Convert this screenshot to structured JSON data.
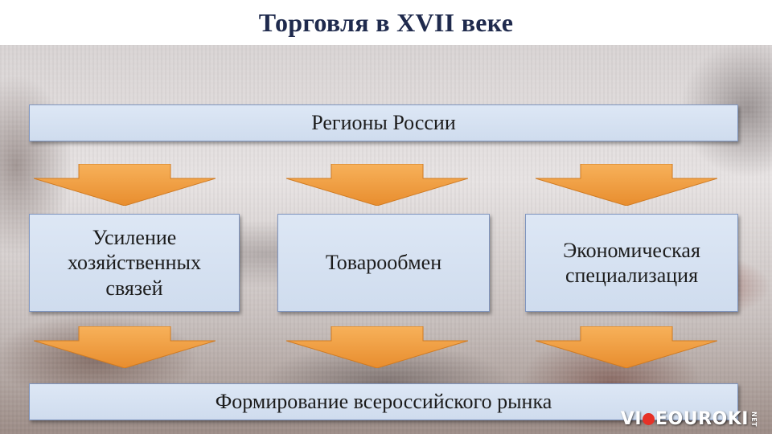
{
  "slide": {
    "title": "Торговля в XVII веке"
  },
  "diagram": {
    "top_box": "Регионы России",
    "middle_boxes": [
      {
        "label": "Усиление хозяйственных связей"
      },
      {
        "label": "Товарообмен"
      },
      {
        "label": "Экономическая специализация"
      }
    ],
    "bottom_box": "Формирование всероссийского рынка",
    "arrow_color": "#f0a048",
    "box_color": "#d6e1f1",
    "box_border_color": "#7f95bf"
  },
  "logo": {
    "part1": "VI",
    "part2": "EOUROKI",
    "suffix": "NET",
    "dot_color": "#e63127"
  }
}
